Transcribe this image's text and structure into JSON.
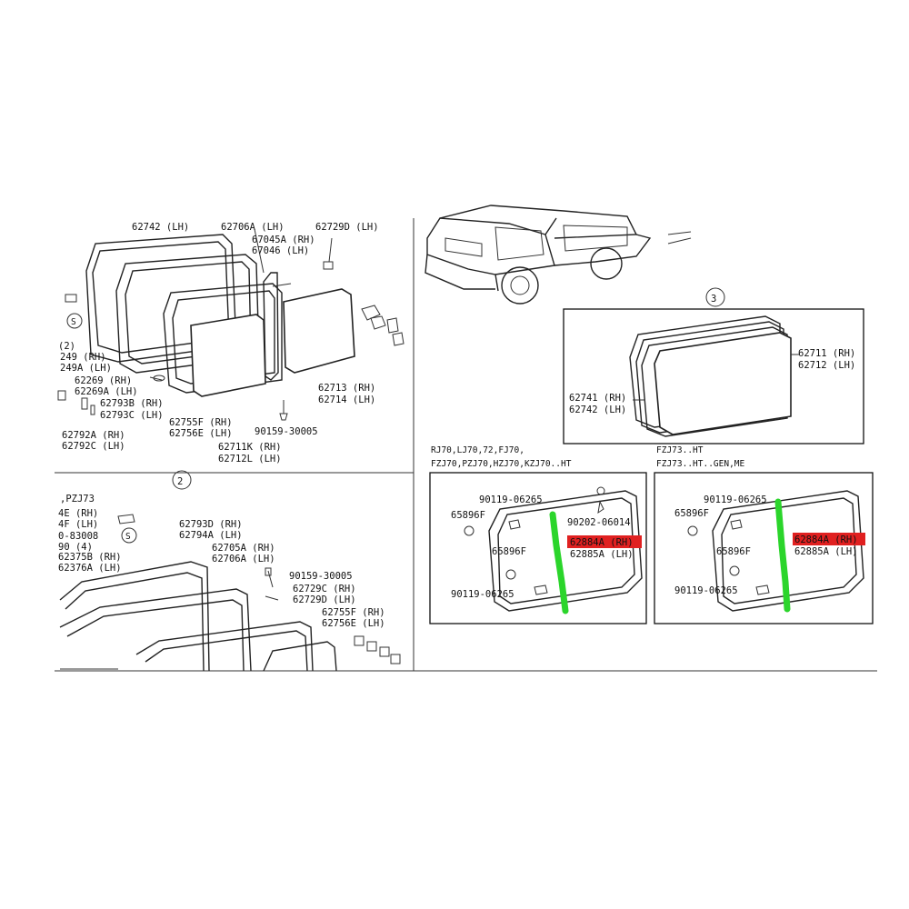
{
  "diagram": {
    "circle_markers": {
      "two": "2",
      "three": "3"
    },
    "top_left_labels": {
      "l1": "62742 (LH)",
      "l2": "62706A (LH)",
      "l3": "67045A (RH)",
      "l4": "67046 (LH)",
      "l5": "62729D (LH)",
      "l6": "(2)",
      "l7": "249 (RH)",
      "l8": "249A (LH)",
      "l9": "62269 (RH)",
      "l10": "62269A (LH)",
      "l11": "62793B (RH)",
      "l12": "62793C (LH)",
      "l13": "62792A (RH)",
      "l14": "62792C (LH)",
      "l15": "62755F (RH)",
      "l16": "62756E (LH)",
      "l17": "62713 (RH)",
      "l18": "62714 (LH)",
      "l19": "90159-30005",
      "l20": "62711K (RH)",
      "l21": "62712L (LH)"
    },
    "bottom_left_labels": {
      "l1": ",PZJ73",
      "l2": "4E (RH)",
      "l3": "4F (LH)",
      "l4": "0-83008",
      "l5": "90 (4)",
      "l6": "62375B (RH)",
      "l7": "62376A (LH)",
      "l8": "62793D (RH)",
      "l9": "62794A (LH)",
      "l10": "62705A (RH)",
      "l11": "62706A (LH)",
      "l12": "90159-30005",
      "l13": "62729C (RH)",
      "l14": "62729D (LH)",
      "l15": "62755F (RH)",
      "l16": "62756E (LH)"
    },
    "section3_labels": {
      "l1": "62711 (RH)",
      "l2": "62712 (LH)",
      "l3": "62741 (RH)",
      "l4": "62742 (LH)"
    },
    "sub_left": {
      "heading1": "RJ70,LJ70,72,FJ70,",
      "heading2": "FZJ70,PZJ70,HZJ70,KZJ70..HT",
      "l1": "90119-06265",
      "l2": "65896F",
      "l3": "90202-06014",
      "l4": "62884A (RH)",
      "l5": "62885A (LH)",
      "l6": "65896F",
      "l7": "90119-06265"
    },
    "sub_right": {
      "heading1": "FZJ73..HT",
      "heading2": "FZJ73..HT..GEN,ME",
      "l1": "90119-06265",
      "l2": "65896F",
      "l3": "62884A (RH)",
      "l4": "62885A (LH)",
      "l5": "65896F",
      "l6": "90119-06265"
    },
    "colors": {
      "highlight": "#e02020",
      "part_highlight": "#2bd52b"
    }
  }
}
